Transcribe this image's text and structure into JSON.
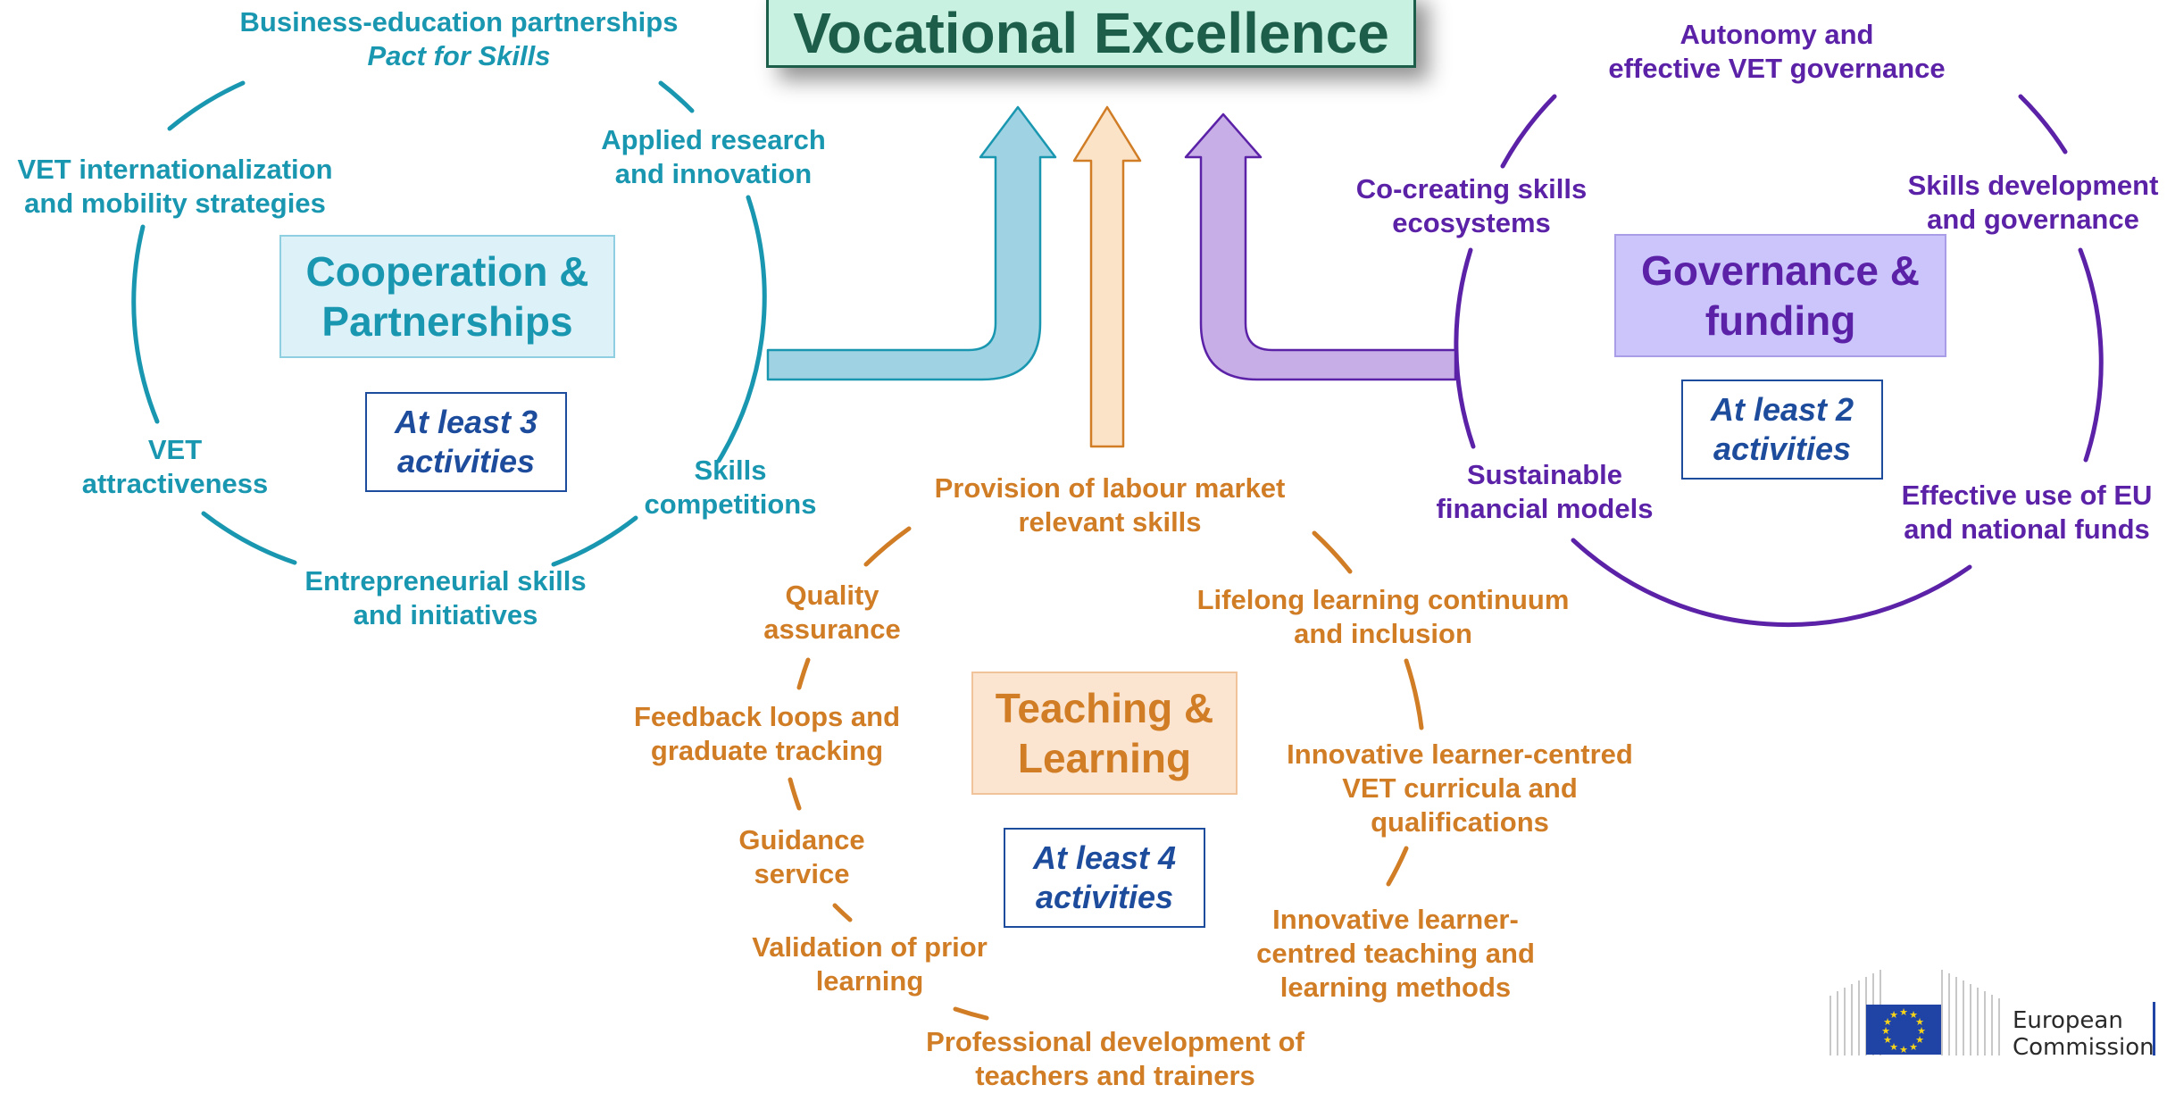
{
  "title": "Vocational Excellence",
  "clusters": {
    "cooperation": {
      "title_line1": "Cooperation &",
      "title_line2": "Partnerships",
      "activities_line1": "At least 3",
      "activities_line2": "activities",
      "items": {
        "business_line1": "Business-education partnerships",
        "business_line2": "Pact for Skills",
        "research_line1": "Applied research",
        "research_line2": "and innovation",
        "intl_line1": "VET internationalization",
        "intl_line2": "and mobility strategies",
        "attract_line1": "VET",
        "attract_line2": "attractiveness",
        "comp_line1": "Skills",
        "comp_line2": "competitions",
        "entre_line1": "Entrepreneurial skills",
        "entre_line2": "and initiatives"
      }
    },
    "governance": {
      "title_line1": "Governance &",
      "title_line2": "funding",
      "activities_line1": "At least 2",
      "activities_line2": "activities",
      "items": {
        "autonomy_line1": "Autonomy and",
        "autonomy_line2": "effective VET governance",
        "cocreate_line1": "Co-creating skills",
        "cocreate_line2": "ecosystems",
        "skillsdev_line1": "Skills development",
        "skillsdev_line2": "and governance",
        "sustain_line1": "Sustainable",
        "sustain_line2": "financial models",
        "funds_line1": "Effective use of EU",
        "funds_line2": "and national funds"
      }
    },
    "teaching": {
      "title_line1": "Teaching &",
      "title_line2": "Learning",
      "activities_line1": "At least 4",
      "activities_line2": "activities",
      "items": {
        "labour_line1": "Provision of labour market",
        "labour_line2": "relevant skills",
        "quality_line1": "Quality",
        "quality_line2": "assurance",
        "lifelong_line1": "Lifelong learning continuum",
        "lifelong_line2": "and inclusion",
        "feedback_line1": "Feedback loops and",
        "feedback_line2": "graduate tracking",
        "curricula_line1": "Innovative learner-centred",
        "curricula_line2": "VET curricula and",
        "curricula_line3": "qualifications",
        "guidance_line1": "Guidance",
        "guidance_line2": "service",
        "methods_line1": "Innovative learner-",
        "methods_line2": "centred teaching and",
        "methods_line3": "learning methods",
        "validation_line1": "Validation of prior",
        "validation_line2": "learning",
        "profdev_line1": "Professional development of",
        "profdev_line2": "teachers and trainers"
      }
    }
  },
  "logo": {
    "line1": "European",
    "line2": "Commission"
  },
  "colors": {
    "cooperation": "#1a97b0",
    "governance": "#5b22a8",
    "teaching": "#d07d26",
    "title_bg": "#c9f1e1",
    "title_text": "#1d5e4a",
    "activities": "#1e4c9c"
  }
}
